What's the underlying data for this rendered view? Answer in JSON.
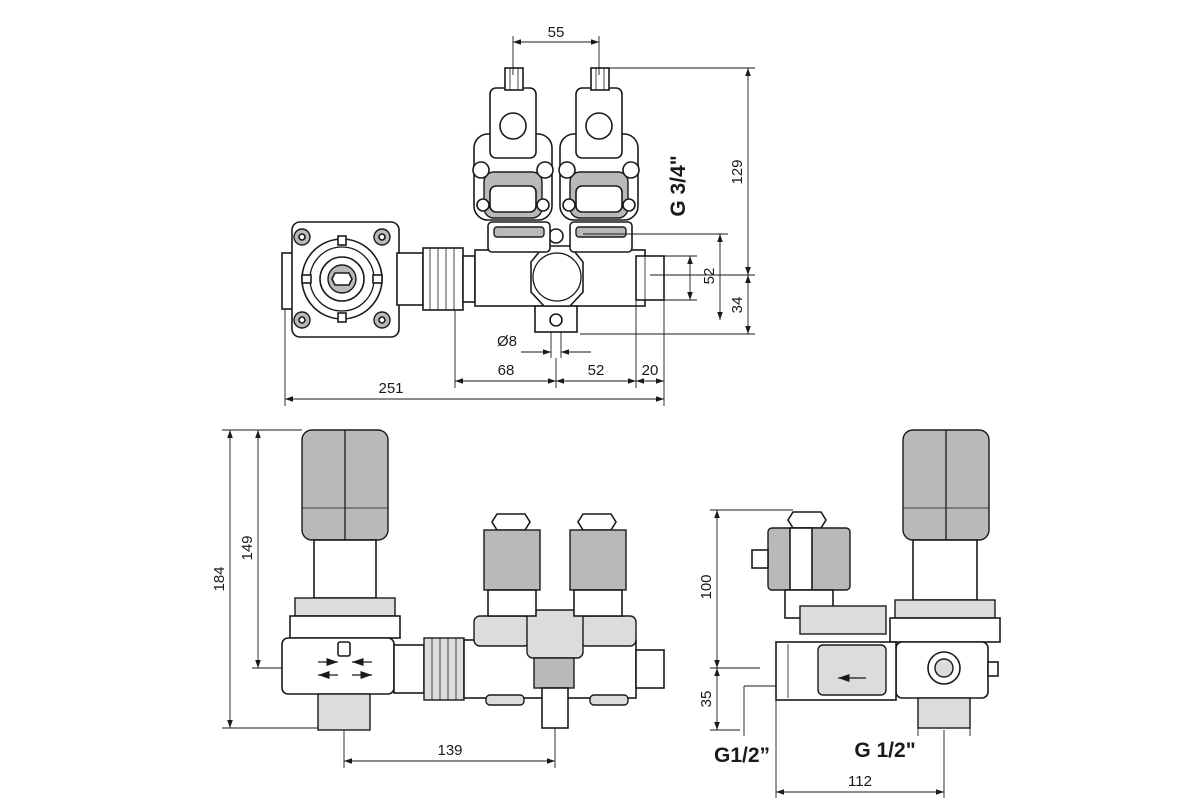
{
  "dimensions": {
    "top_55": "55",
    "top_129": "129",
    "top_52_right": "52",
    "top_34": "34",
    "top_dia8": "Ø8",
    "top_68": "68",
    "top_52_bottom": "52",
    "top_20": "20",
    "top_251": "251",
    "front_184": "184",
    "front_149": "149",
    "front_139": "139",
    "side_100": "100",
    "side_35": "35",
    "side_112": "112"
  },
  "threads": {
    "top_g34": "G 3/4\"",
    "side_g12_left": "G1/2”",
    "side_g12_right": "G 1/2\""
  }
}
